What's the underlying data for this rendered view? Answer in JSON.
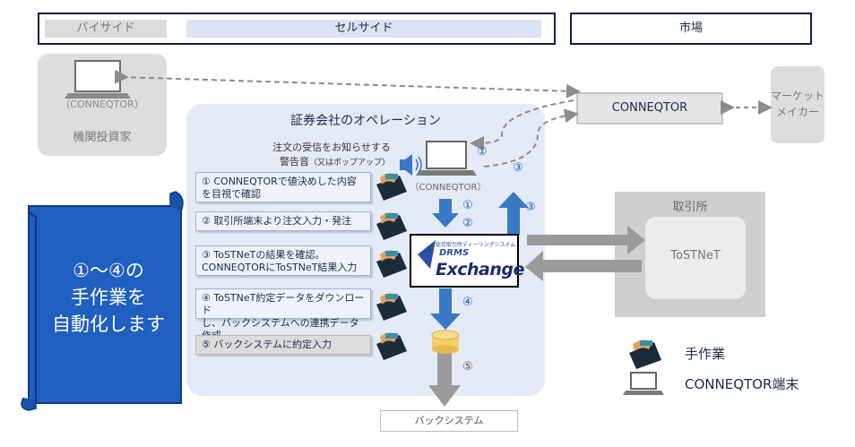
{
  "header": {
    "buy_side": "バイサイド",
    "sell_side": "セルサイド",
    "market": "市場"
  },
  "investor": {
    "device_label": "（CONNEQTOR）",
    "name": "機関投資家"
  },
  "operation": {
    "title": "証券会社のオペレーション",
    "alert_line1": "注文の受信をお知らせする",
    "alert_line2": "警告音",
    "alert_note": "（又はポップアップ）",
    "device_label": "（CONNEQTOR）",
    "steps": [
      {
        "line1": "① CONNEQTORで値決めした内容",
        "line2": "を目視で確認"
      },
      {
        "line1": "② 取引所端末より注文入力・発注",
        "line2": ""
      },
      {
        "line1": "③ ToSTNeTの結果を確認。",
        "line2": "CONNEQTORにToSTNeT結果入力"
      },
      {
        "line1": "④ ToSTNeT約定データをダウンロード",
        "line2": "し、バックシステムへの連携データ作成"
      },
      {
        "line1": "⑤ バックシステムに約定入力",
        "line2": ""
      }
    ],
    "markers": {
      "m1": "①",
      "m2": "②",
      "m3": "③",
      "m4": "④",
      "m5": "⑤",
      "m1_top": "①",
      "m3_top": "③"
    }
  },
  "exchange_logo": {
    "small_line": "総合取引所ディーリングシステム",
    "brand": "DRMS",
    "name": "Exchange"
  },
  "back_system": "バックシステム",
  "banner": {
    "line1": "①～④の",
    "line2": "手作業を",
    "line3": "自動化します"
  },
  "connector_box": "CONNEQTOR",
  "market_maker": {
    "line1": "マーケット",
    "line2": "メイカー"
  },
  "exchange_area": {
    "title": "取引所",
    "system": "ToSTNeT"
  },
  "legend": {
    "manual": "手作業",
    "terminal": "CONNEQTOR端末"
  },
  "colors": {
    "navy": "#0f1e46",
    "blue_arrow": "#3a78c3",
    "banner": "#1f5fbf",
    "panel": "#e4ebf6"
  }
}
